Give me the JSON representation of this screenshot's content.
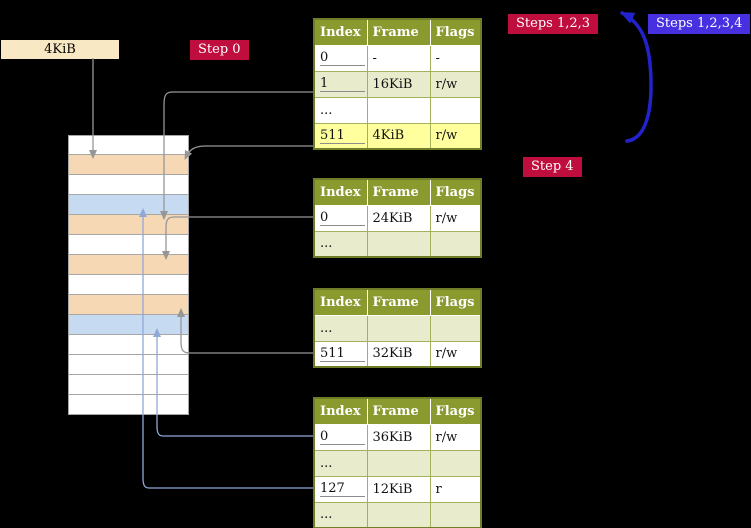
{
  "labels": {
    "frame_size": "4KiB",
    "step0": "Step 0",
    "steps123": "Steps 1,2,3",
    "steps1234": "Steps 1,2,3,4",
    "step4": "Step 4"
  },
  "colors": {
    "table_header_bg": "#8a9a2f",
    "table_row_green": "#e8eccc",
    "table_row_yellow": "#ffff9e",
    "badge_crimson": "#bf0d3e",
    "badge_blue": "#4630e0",
    "frame_size_box_bg": "#f8e8c4",
    "memory_frame_orange": "#f7d8b5",
    "memory_frame_blue": "#c6daf2",
    "arrow_gray": "#969696",
    "arrow_light_blue": "#90a8d8",
    "arrow_big_blue": "#2323cd"
  },
  "page_tables": [
    {
      "headers": [
        "Index",
        "Frame",
        "Flags"
      ],
      "rows": [
        {
          "index": "0",
          "frame": "-",
          "flags": "-",
          "bg": "white",
          "underline": true
        },
        {
          "index": "1",
          "frame": "16KiB",
          "flags": "r/w",
          "bg": "green",
          "underline": true
        },
        {
          "index": "...",
          "frame": "",
          "flags": "",
          "bg": "white",
          "underline": false
        },
        {
          "index": "511",
          "frame": "4KiB",
          "flags": "r/w",
          "bg": "yellow",
          "underline": true
        }
      ]
    },
    {
      "headers": [
        "Index",
        "Frame",
        "Flags"
      ],
      "rows": [
        {
          "index": "0",
          "frame": "24KiB",
          "flags": "r/w",
          "bg": "white",
          "underline": true
        },
        {
          "index": "...",
          "frame": "",
          "flags": "",
          "bg": "green",
          "underline": false
        }
      ]
    },
    {
      "headers": [
        "Index",
        "Frame",
        "Flags"
      ],
      "rows": [
        {
          "index": "...",
          "frame": "",
          "flags": "",
          "bg": "green",
          "underline": false
        },
        {
          "index": "511",
          "frame": "32KiB",
          "flags": "r/w",
          "bg": "white",
          "underline": true
        }
      ]
    },
    {
      "headers": [
        "Index",
        "Frame",
        "Flags"
      ],
      "rows": [
        {
          "index": "0",
          "frame": "36KiB",
          "flags": "r/w",
          "bg": "white",
          "underline": true
        },
        {
          "index": "...",
          "frame": "",
          "flags": "",
          "bg": "green",
          "underline": false
        },
        {
          "index": "127",
          "frame": "12KiB",
          "flags": "r",
          "bg": "white",
          "underline": true
        },
        {
          "index": "...",
          "frame": "",
          "flags": "",
          "bg": "green",
          "underline": false
        }
      ]
    }
  ],
  "memory": {
    "frame_rows": [
      {
        "color": "white"
      },
      {
        "color": "orange"
      },
      {
        "color": "white"
      },
      {
        "color": "blue"
      },
      {
        "color": "orange"
      },
      {
        "color": "white"
      },
      {
        "color": "orange"
      },
      {
        "color": "white"
      },
      {
        "color": "orange"
      },
      {
        "color": "blue"
      },
      {
        "color": "white"
      },
      {
        "color": "white"
      },
      {
        "color": "white"
      },
      {
        "color": "white"
      }
    ]
  }
}
